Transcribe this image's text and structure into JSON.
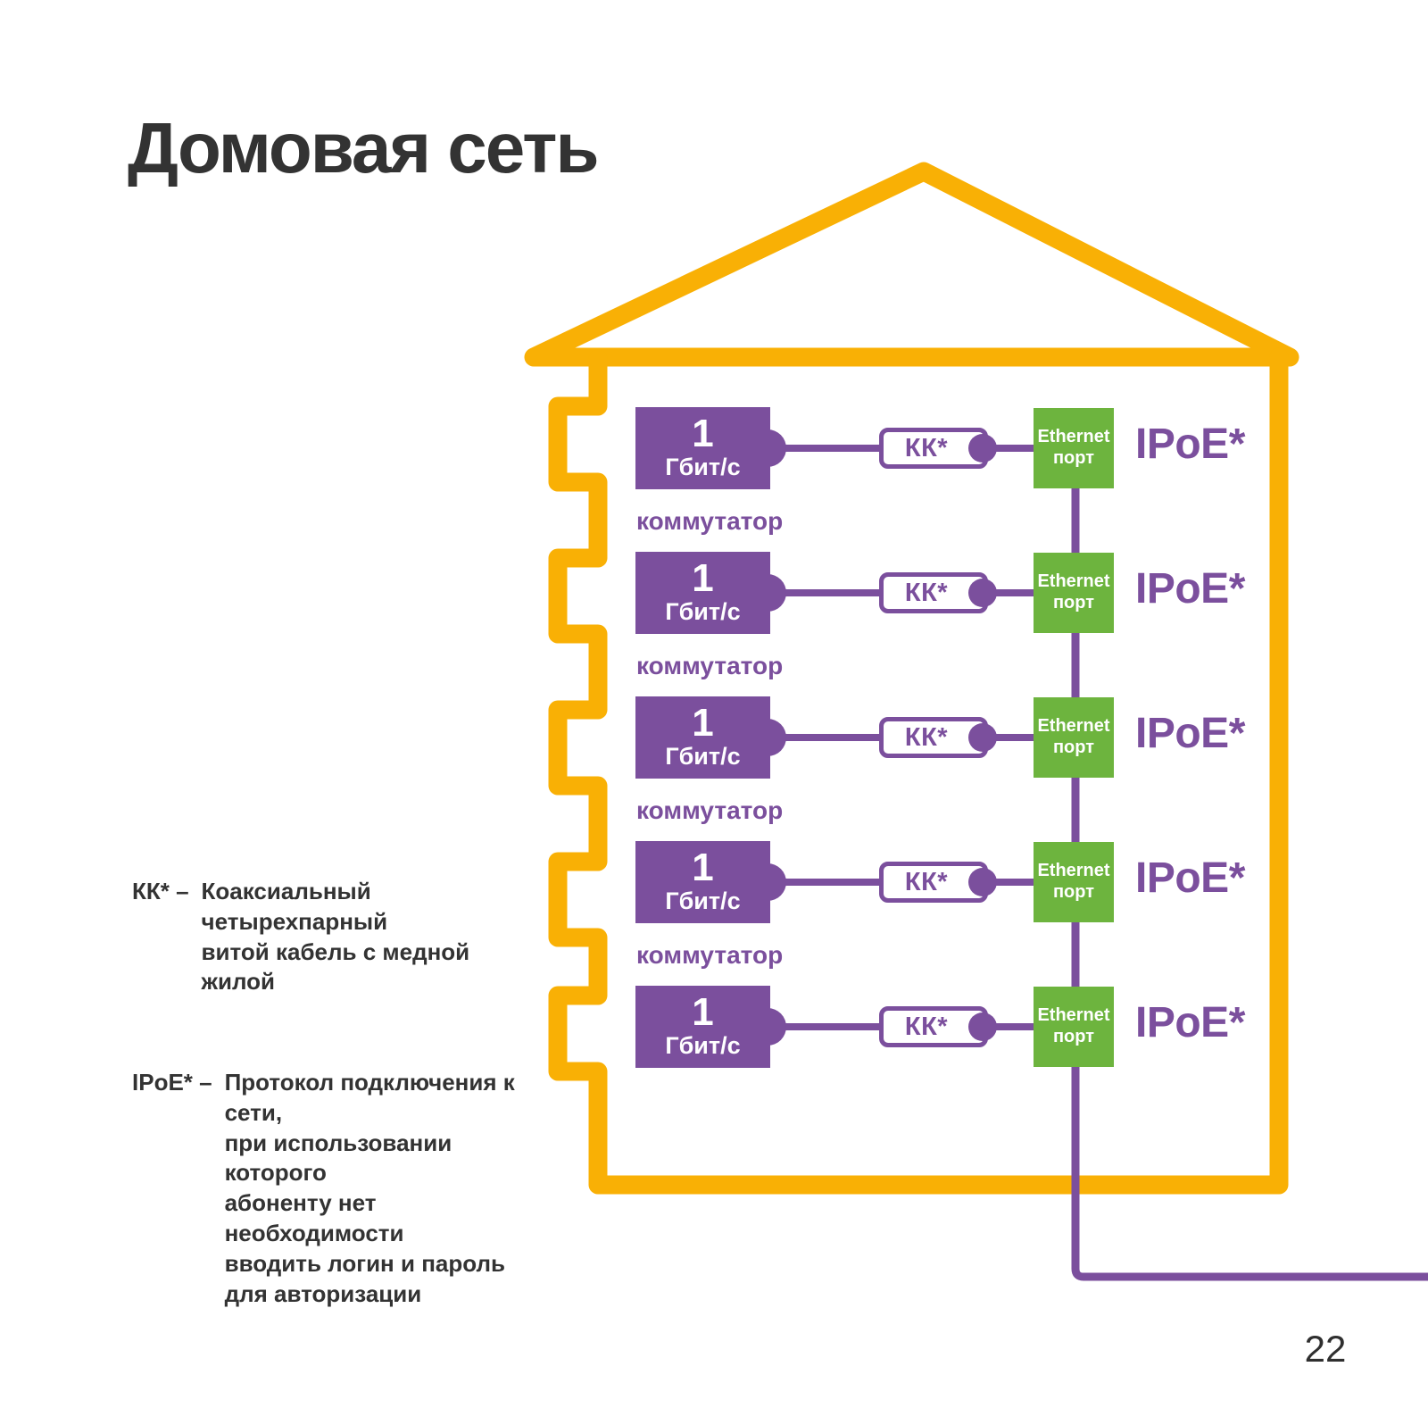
{
  "slide": {
    "title": "Домовая сеть",
    "page_number": "22"
  },
  "colors": {
    "house_yellow": "#F9B005",
    "purple": "#7B4F9D",
    "green": "#6DB43E",
    "text_dark": "#333333",
    "bg": "#FFFFFF"
  },
  "diagram": {
    "floor_count": 5,
    "floors": [
      {
        "speed_value": "1",
        "speed_unit": "Гбит/с",
        "switch_label": "коммутатор",
        "cable_label": "КК*",
        "port_line1": "Ethernet",
        "port_line2": "порт",
        "protocol_label": "IPoE*"
      },
      {
        "speed_value": "1",
        "speed_unit": "Гбит/с",
        "switch_label": "коммутатор",
        "cable_label": "КК*",
        "port_line1": "Ethernet",
        "port_line2": "порт",
        "protocol_label": "IPoE*"
      },
      {
        "speed_value": "1",
        "speed_unit": "Гбит/с",
        "switch_label": "коммутатор",
        "cable_label": "КК*",
        "port_line1": "Ethernet",
        "port_line2": "порт",
        "protocol_label": "IPoE*"
      },
      {
        "speed_value": "1",
        "speed_unit": "Гбит/с",
        "switch_label": "коммутатор",
        "cable_label": "КК*",
        "port_line1": "Ethernet",
        "port_line2": "порт",
        "protocol_label": "IPoE*"
      },
      {
        "speed_value": "1",
        "speed_unit": "Гбит/с",
        "switch_label": "",
        "cable_label": "КК*",
        "port_line1": "Ethernet",
        "port_line2": "порт",
        "protocol_label": "IPoE*"
      }
    ]
  },
  "footnotes": [
    {
      "term": "КК* –",
      "definition_lines": [
        "Коаксиальный четырехпарный",
        "витой кабель с медной жилой"
      ]
    },
    {
      "term": "IPoE* –",
      "definition_lines": [
        "Протокол подключения к сети,",
        "при использовании которого",
        "абоненту нет необходимости",
        "вводить логин и пароль",
        "для авторизации"
      ]
    }
  ]
}
